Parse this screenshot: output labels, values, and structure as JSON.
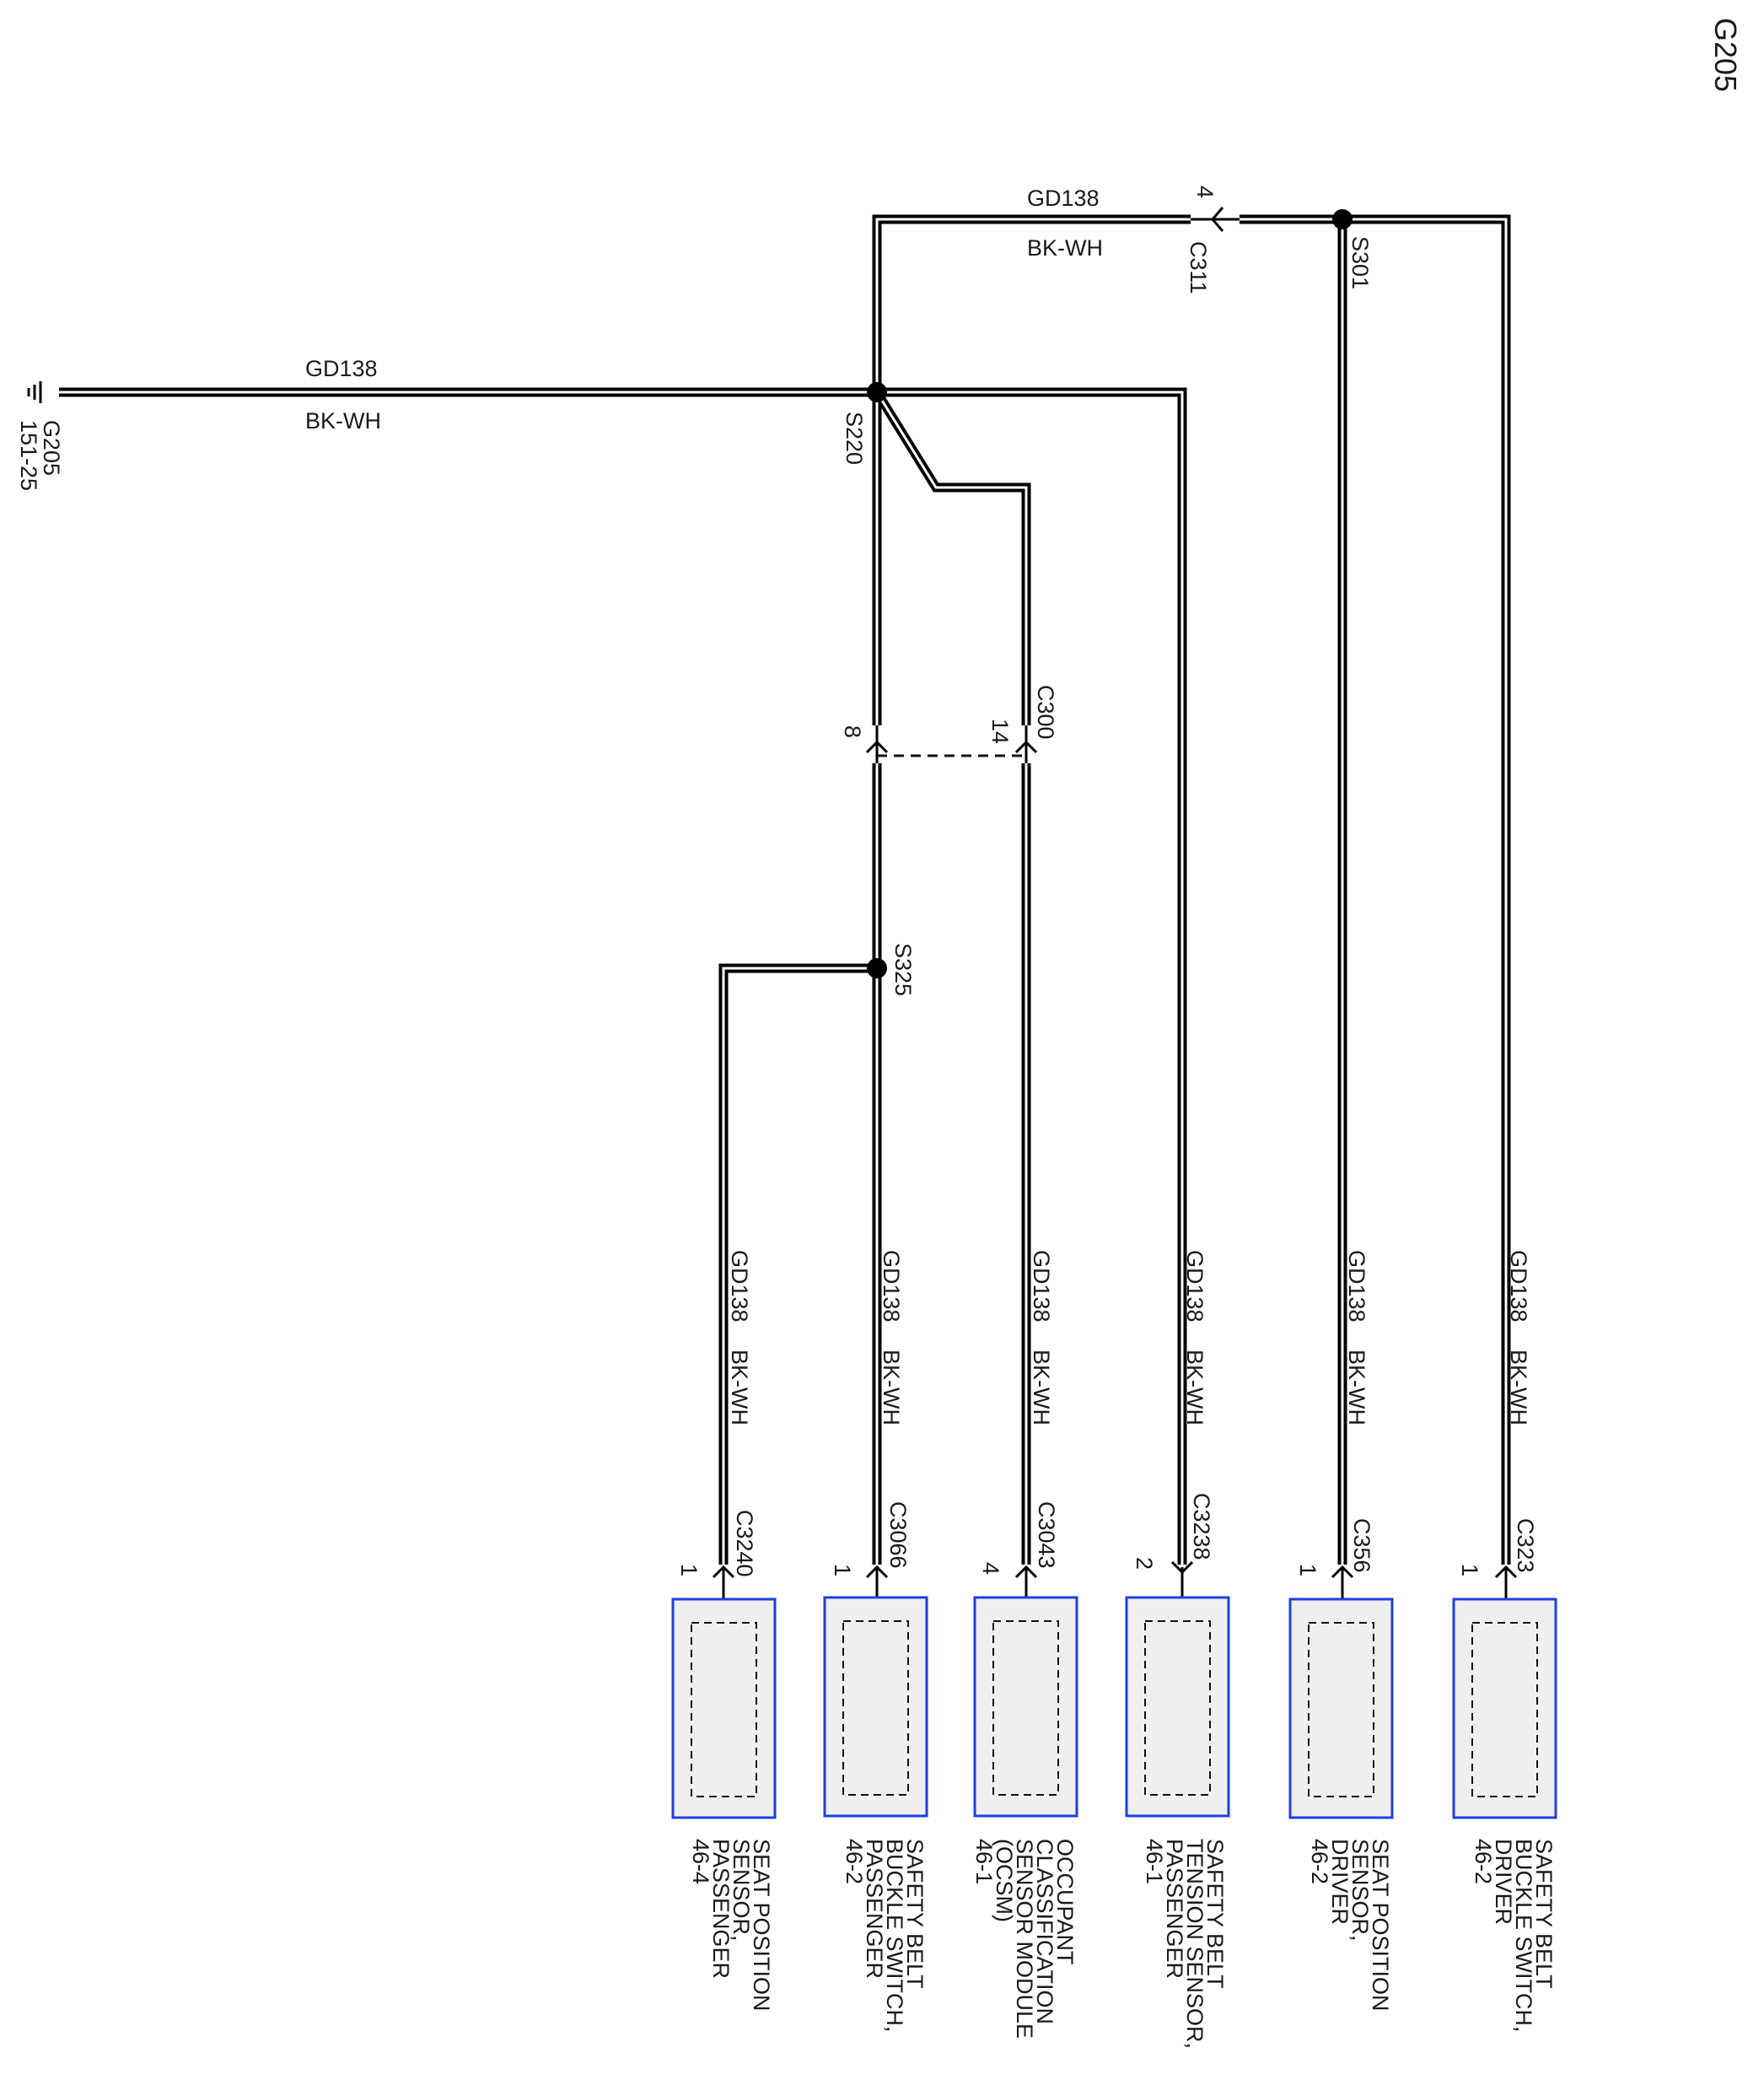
{
  "title": "G205",
  "ground": {
    "name": "G205",
    "ref": "151-25"
  },
  "top_wire": {
    "circuit": "GD138",
    "color": "BK-WH"
  },
  "main_wire": {
    "circuit": "GD138",
    "color": "BK-WH"
  },
  "splices": {
    "s220": "S220",
    "s301": "S301",
    "s325": "S325"
  },
  "c311": {
    "name": "C311",
    "pin": "4"
  },
  "c300": {
    "name": "C300",
    "pin_a": "8",
    "pin_b": "14"
  },
  "branches": [
    {
      "circuit": "GD138",
      "color": "BK-WH",
      "connector": "C3240",
      "pin": "1",
      "component": [
        "SEAT POSITION",
        "SENSOR,",
        "PASSENGER",
        "46-4"
      ]
    },
    {
      "circuit": "GD138",
      "color": "BK-WH",
      "connector": "C3066",
      "pin": "1",
      "component": [
        "SAFETY BELT",
        "BUCKLE SWITCH,",
        "PASSENGER",
        "46-2"
      ]
    },
    {
      "circuit": "GD138",
      "color": "BK-WH",
      "connector": "C3043",
      "pin": "4",
      "component": [
        "OCCUPANT",
        "CLASSIFICATION",
        "SENSOR MODULE",
        "(OCSM)",
        "46-1"
      ]
    },
    {
      "circuit": "GD138",
      "color": "BK-WH",
      "connector": "C3238",
      "pin": "2",
      "component": [
        "SAFETY BELT",
        "TENSION SENSOR,",
        "PASSENGER",
        "46-1"
      ]
    },
    {
      "circuit": "GD138",
      "color": "BK-WH",
      "connector": "C356",
      "pin": "1",
      "component": [
        "SEAT POSITION",
        "SENSOR,",
        "DRIVER",
        "46-2"
      ]
    },
    {
      "circuit": "GD138",
      "color": "BK-WH",
      "connector": "C323",
      "pin": "1",
      "component": [
        "SAFETY BELT",
        "BUCKLE SWITCH,",
        "DRIVER",
        "46-2"
      ]
    }
  ]
}
